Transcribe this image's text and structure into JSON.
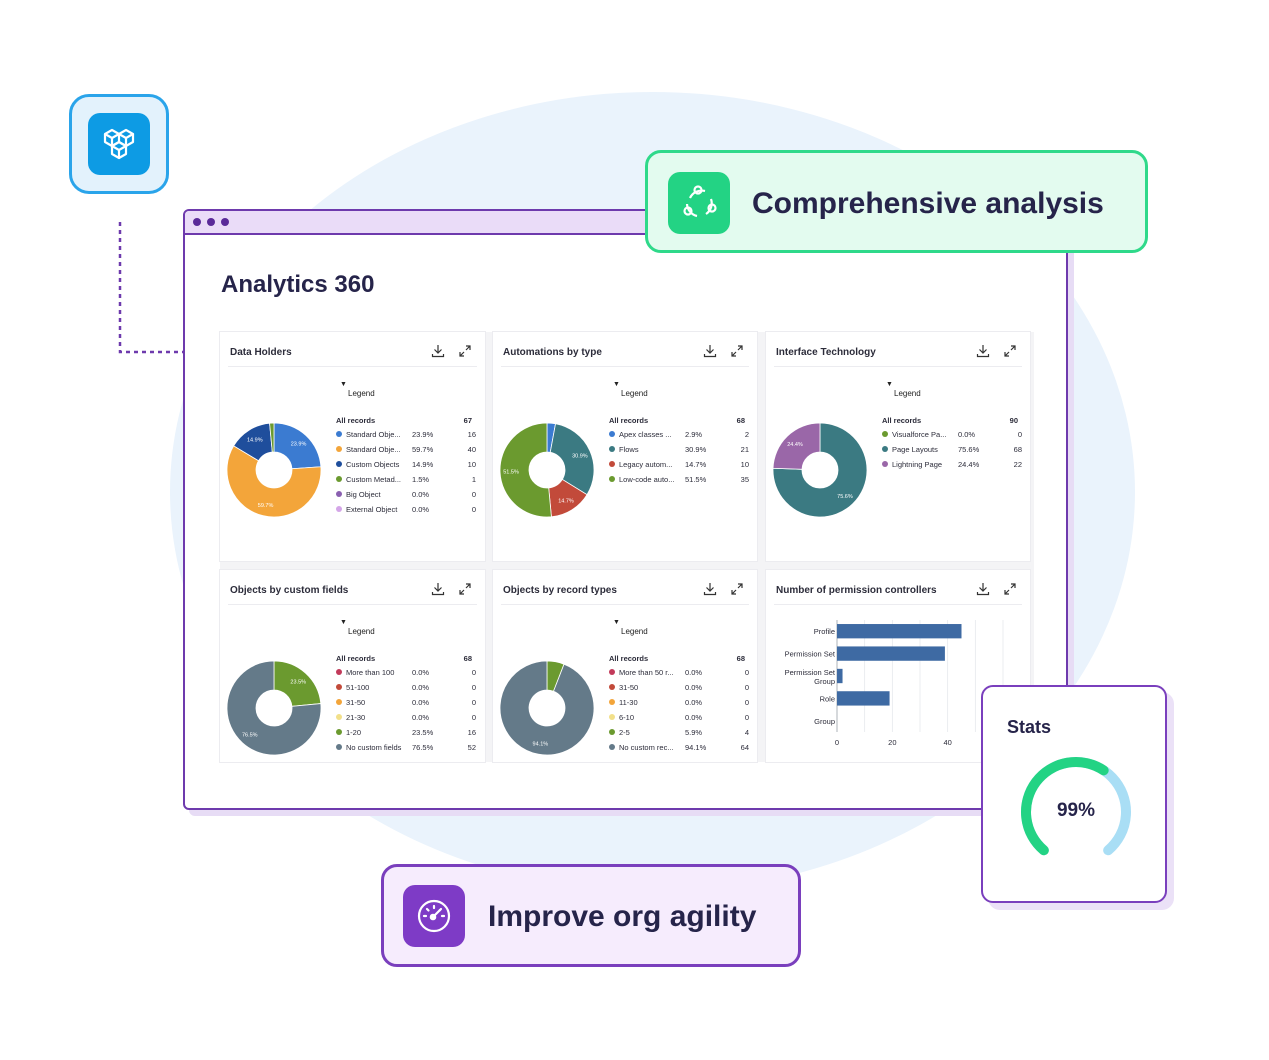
{
  "app_title": "Analytics 360",
  "badges": {
    "comprehensive": "Comprehensive analysis",
    "agility": "Improve org agility"
  },
  "stats": {
    "label": "Stats",
    "value": "99%",
    "fraction": 0.99
  },
  "legend_label": "Legend",
  "cards": [
    {
      "title": "Data Holders",
      "total_label": "All records",
      "total": "67",
      "rows": [
        {
          "name": "Standard Obje...",
          "pct": "23.9%",
          "count": "16",
          "color": "#3b7bd1",
          "value": 23.9
        },
        {
          "name": "Standard Obje...",
          "pct": "59.7%",
          "count": "40",
          "color": "#f3a53a",
          "value": 59.7
        },
        {
          "name": "Custom Objects",
          "pct": "14.9%",
          "count": "10",
          "color": "#1f4e9c",
          "value": 14.9
        },
        {
          "name": "Custom Metad...",
          "pct": "1.5%",
          "count": "1",
          "color": "#6b9a2f",
          "value": 1.5
        },
        {
          "name": "Big Object",
          "pct": "0.0%",
          "count": "0",
          "color": "#8a5fb0",
          "value": 0
        },
        {
          "name": "External Object",
          "pct": "0.0%",
          "count": "0",
          "color": "#d4a6e8",
          "value": 0
        }
      ],
      "slice_labels": [
        "23.9%",
        "59.7%",
        "14.9%"
      ]
    },
    {
      "title": "Automations by type",
      "total_label": "All records",
      "total": "68",
      "rows": [
        {
          "name": "Apex classes ...",
          "pct": "2.9%",
          "count": "2",
          "color": "#3b7bd1",
          "value": 2.9
        },
        {
          "name": "Flows",
          "pct": "30.9%",
          "count": "21",
          "color": "#3b7a82",
          "value": 30.9
        },
        {
          "name": "Legacy autom...",
          "pct": "14.7%",
          "count": "10",
          "color": "#c24a3a",
          "value": 14.7
        },
        {
          "name": "Low-code auto...",
          "pct": "51.5%",
          "count": "35",
          "color": "#6b9a2f",
          "value": 51.5
        }
      ],
      "slice_labels": [
        "30.9%",
        "14.7%",
        "51.5%"
      ]
    },
    {
      "title": "Interface Technology",
      "total_label": "All records",
      "total": "90",
      "rows": [
        {
          "name": "Visualforce Pa...",
          "pct": "0.0%",
          "count": "0",
          "color": "#6b9a2f",
          "value": 0
        },
        {
          "name": "Page Layouts",
          "pct": "75.6%",
          "count": "68",
          "color": "#3b7a82",
          "value": 75.6
        },
        {
          "name": "Lightning Page",
          "pct": "24.4%",
          "count": "22",
          "color": "#9a67a8",
          "value": 24.4
        }
      ],
      "slice_labels": [
        "75.6%",
        "24.4%"
      ]
    },
    {
      "title": "Objects by custom fields",
      "total_label": "All records",
      "total": "68",
      "rows": [
        {
          "name": "More than 100",
          "pct": "0.0%",
          "count": "0",
          "color": "#c23a5a",
          "value": 0
        },
        {
          "name": "51-100",
          "pct": "0.0%",
          "count": "0",
          "color": "#c24a3a",
          "value": 0
        },
        {
          "name": "31-50",
          "pct": "0.0%",
          "count": "0",
          "color": "#f3a53a",
          "value": 0
        },
        {
          "name": "21-30",
          "pct": "0.0%",
          "count": "0",
          "color": "#f2e08a",
          "value": 0
        },
        {
          "name": "1-20",
          "pct": "23.5%",
          "count": "16",
          "color": "#6b9a2f",
          "value": 23.5
        },
        {
          "name": "No custom fields",
          "pct": "76.5%",
          "count": "52",
          "color": "#647a89",
          "value": 76.5
        }
      ],
      "slice_labels": [
        "23.5%",
        "76.5%"
      ]
    },
    {
      "title": "Objects by record types",
      "total_label": "All records",
      "total": "68",
      "rows": [
        {
          "name": "More than 50 r...",
          "pct": "0.0%",
          "count": "0",
          "color": "#c23a5a",
          "value": 0
        },
        {
          "name": "31-50",
          "pct": "0.0%",
          "count": "0",
          "color": "#c24a3a",
          "value": 0
        },
        {
          "name": "11-30",
          "pct": "0.0%",
          "count": "0",
          "color": "#f3a53a",
          "value": 0
        },
        {
          "name": "6-10",
          "pct": "0.0%",
          "count": "0",
          "color": "#f2e08a",
          "value": 0
        },
        {
          "name": "2-5",
          "pct": "5.9%",
          "count": "4",
          "color": "#6b9a2f",
          "value": 5.9
        },
        {
          "name": "No custom rec...",
          "pct": "94.1%",
          "count": "64",
          "color": "#647a89",
          "value": 94.1
        }
      ],
      "slice_labels": [
        "94.1%"
      ]
    }
  ],
  "bar_card": {
    "title": "Number of permission controllers",
    "chart_data": {
      "type": "bar",
      "orientation": "horizontal",
      "categories": [
        "Profile",
        "Permission Set",
        "Permission Set Group",
        "Role",
        "Group"
      ],
      "values": [
        45,
        39,
        2,
        19,
        0
      ],
      "xlim": [
        0,
        60
      ],
      "xticks": [
        "0",
        "20",
        "40"
      ],
      "color": "#3e6aa3",
      "grid": true
    }
  },
  "colors": {
    "purple": "#6e3aad",
    "green": "#2fd98a",
    "blue": "#0d9be4",
    "gauge_green": "#23d384",
    "gauge_light": "#a9def5"
  }
}
